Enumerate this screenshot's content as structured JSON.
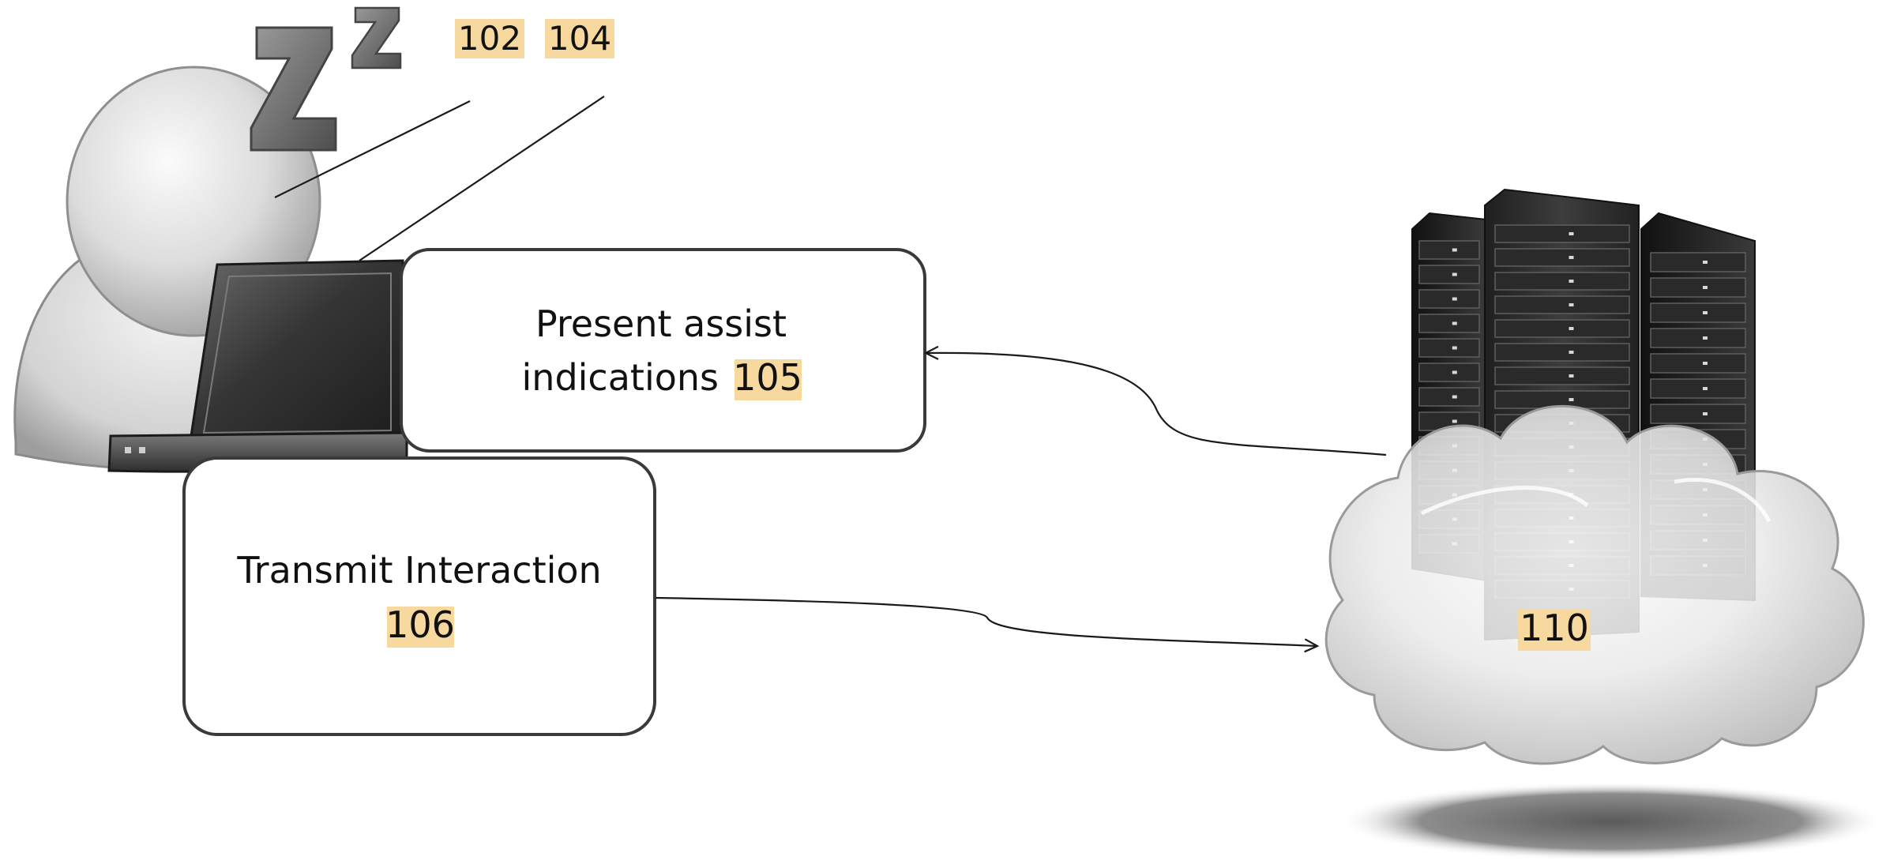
{
  "labels": {
    "ref_102": "102",
    "ref_104": "104",
    "ref_105": "105",
    "ref_106": "106",
    "ref_110": "110"
  },
  "boxes": {
    "present": {
      "line1": "Present assist",
      "line2": "indications"
    },
    "transmit": {
      "line1": "Transmit Interaction"
    }
  },
  "icons": {
    "user": "user-icon",
    "sleep": "sleep-zz-icon",
    "laptop": "laptop-icon",
    "server": "server-rack-icon",
    "cloud": "cloud-icon"
  },
  "colors": {
    "highlight": "#f7d9a0",
    "line": "#1a1a1a",
    "box_border": "#3a3a3a",
    "user_fill": "#dedede",
    "rack_dark": "#2b2b2b",
    "cloud_fill": "#e6e6e6"
  }
}
